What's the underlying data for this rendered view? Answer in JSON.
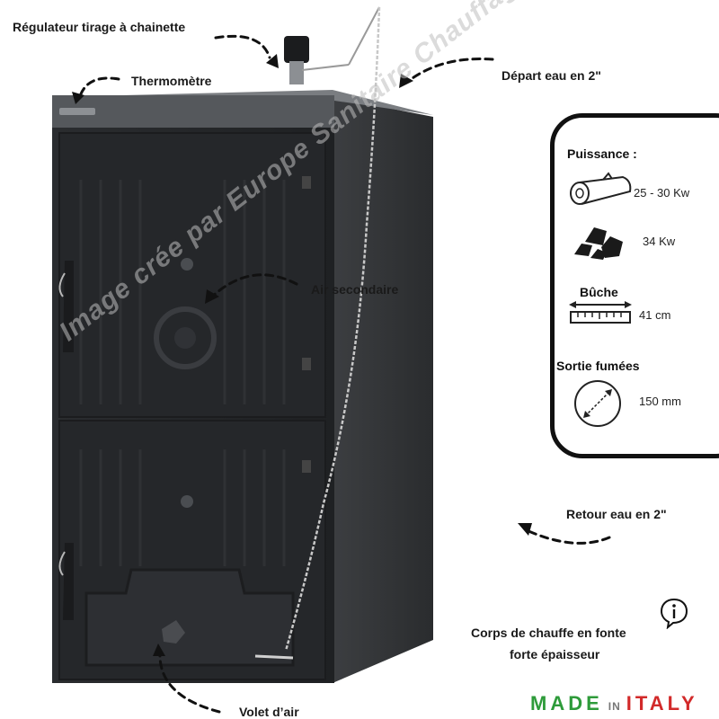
{
  "labels": {
    "regulator": "Régulateur tirage à chainette",
    "thermometer": "Thermomètre",
    "water_out": "Départ eau en 2\"",
    "secondary_air": "Air secondaire",
    "water_return": "Retour eau en 2\"",
    "body_line1": "Corps de chauffe en fonte",
    "body_line2": "forte épaisseur",
    "air_flap": "Volet d’air"
  },
  "specs": {
    "power_title": "Puissance :",
    "wood_power": "25 - 30 Kw",
    "coal_power": "34 Kw",
    "log_title": "Bûche",
    "log_length": "41 cm",
    "flue_title": "Sortie fumées",
    "flue_diameter": "150 mm"
  },
  "badge": {
    "made": "MADE",
    "in": "IN",
    "italy": "ITALY"
  },
  "watermark": "Image crée par Europe Sanitaire Chauffage",
  "colors": {
    "boiler_body": "#2b2d30",
    "boiler_side": "#3a3c3f",
    "top_plate": "#6a6d71",
    "green": "#2e9b3a",
    "red": "#d22a2a"
  },
  "icons": [
    "arrow-icon",
    "log-icon",
    "coal-icon",
    "ruler-icon",
    "flue-circle-icon",
    "info-icon"
  ]
}
